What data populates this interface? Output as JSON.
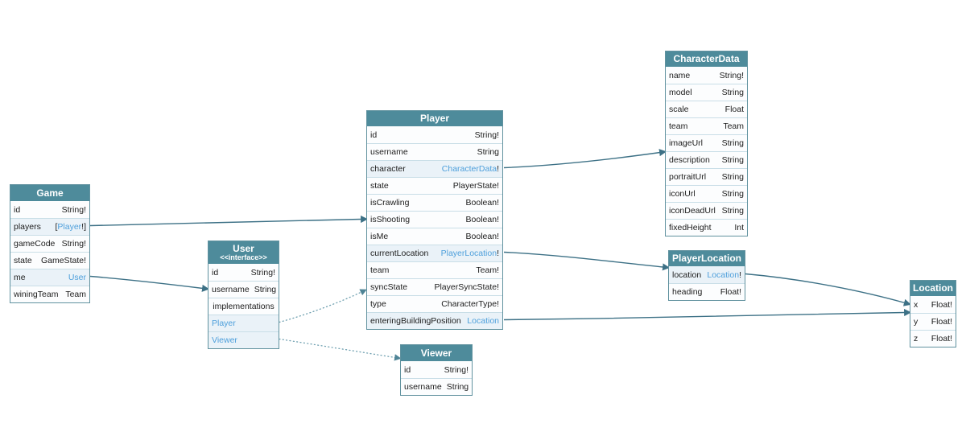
{
  "diagram": {
    "colors": {
      "header": "#4e8b9b",
      "link_text": "#4d9fdb",
      "arrow": "#3d7186",
      "arrow_dotted": "#6fa0b0",
      "link_row_bg": "#eaf2f8"
    },
    "tables": [
      {
        "id": "Game",
        "title": "Game",
        "rows": [
          {
            "kind": "field",
            "name": "id",
            "type": "String!"
          },
          {
            "kind": "field",
            "name": "players",
            "prefix": "[",
            "type": "Player",
            "suffix": "!]",
            "is_link": true
          },
          {
            "kind": "field",
            "name": "gameCode",
            "type": "String!"
          },
          {
            "kind": "field",
            "name": "state",
            "type": "GameState!"
          },
          {
            "kind": "field",
            "name": "me",
            "type": "User",
            "is_link": true
          },
          {
            "kind": "field",
            "name": "winingTeam",
            "type": "Team"
          }
        ]
      },
      {
        "id": "User",
        "title": "User",
        "subtitle": "<<interface>>",
        "rows": [
          {
            "kind": "field",
            "name": "id",
            "type": "String!"
          },
          {
            "kind": "field",
            "name": "username",
            "type": "String"
          },
          {
            "kind": "section",
            "name": "implementations"
          },
          {
            "kind": "impl",
            "name": "Player"
          },
          {
            "kind": "impl",
            "name": "Viewer"
          }
        ]
      },
      {
        "id": "Player",
        "title": "Player",
        "rows": [
          {
            "kind": "field",
            "name": "id",
            "type": "String!"
          },
          {
            "kind": "field",
            "name": "username",
            "type": "String"
          },
          {
            "kind": "field",
            "name": "character",
            "type": "CharacterData",
            "suffix": "!",
            "is_link": true
          },
          {
            "kind": "field",
            "name": "state",
            "type": "PlayerState!"
          },
          {
            "kind": "field",
            "name": "isCrawling",
            "type": "Boolean!"
          },
          {
            "kind": "field",
            "name": "isShooting",
            "type": "Boolean!"
          },
          {
            "kind": "field",
            "name": "isMe",
            "type": "Boolean!"
          },
          {
            "kind": "field",
            "name": "currentLocation",
            "type": "PlayerLocation",
            "suffix": "!",
            "is_link": true
          },
          {
            "kind": "field",
            "name": "team",
            "type": "Team!"
          },
          {
            "kind": "field",
            "name": "syncState",
            "type": "PlayerSyncState!"
          },
          {
            "kind": "field",
            "name": "type",
            "type": "CharacterType!"
          },
          {
            "kind": "field",
            "name": "enteringBuildingPosition",
            "type": "Location",
            "is_link": true
          }
        ]
      },
      {
        "id": "Viewer",
        "title": "Viewer",
        "rows": [
          {
            "kind": "field",
            "name": "id",
            "type": "String!"
          },
          {
            "kind": "field",
            "name": "username",
            "type": "String"
          }
        ]
      },
      {
        "id": "CharacterData",
        "title": "CharacterData",
        "rows": [
          {
            "kind": "field",
            "name": "name",
            "type": "String!"
          },
          {
            "kind": "field",
            "name": "model",
            "type": "String"
          },
          {
            "kind": "field",
            "name": "scale",
            "type": "Float"
          },
          {
            "kind": "field",
            "name": "team",
            "type": "Team"
          },
          {
            "kind": "field",
            "name": "imageUrl",
            "type": "String"
          },
          {
            "kind": "field",
            "name": "description",
            "type": "String"
          },
          {
            "kind": "field",
            "name": "portraitUrl",
            "type": "String"
          },
          {
            "kind": "field",
            "name": "iconUrl",
            "type": "String"
          },
          {
            "kind": "field",
            "name": "iconDeadUrl",
            "type": "String"
          },
          {
            "kind": "field",
            "name": "fixedHeight",
            "type": "Int"
          }
        ]
      },
      {
        "id": "PlayerLocation",
        "title": "PlayerLocation",
        "rows": [
          {
            "kind": "field",
            "name": "location",
            "type": "Location",
            "suffix": "!",
            "is_link": true
          },
          {
            "kind": "field",
            "name": "heading",
            "type": "Float!"
          }
        ]
      },
      {
        "id": "Location",
        "title": "Location",
        "rows": [
          {
            "kind": "field",
            "name": "x",
            "type": "Float!"
          },
          {
            "kind": "field",
            "name": "y",
            "type": "Float!"
          },
          {
            "kind": "field",
            "name": "z",
            "type": "Float!"
          }
        ]
      }
    ],
    "edges": [
      {
        "from": "Game.players",
        "to": "Player",
        "style": "solid"
      },
      {
        "from": "Game.me",
        "to": "User",
        "style": "solid"
      },
      {
        "from": "User.Player",
        "to": "Player",
        "style": "dotted"
      },
      {
        "from": "User.Viewer",
        "to": "Viewer",
        "style": "dotted"
      },
      {
        "from": "Player.character",
        "to": "CharacterData",
        "style": "solid"
      },
      {
        "from": "Player.currentLocation",
        "to": "PlayerLocation",
        "style": "solid"
      },
      {
        "from": "Player.enteringBuildingPosition",
        "to": "Location",
        "style": "solid"
      },
      {
        "from": "PlayerLocation.location",
        "to": "Location",
        "style": "solid"
      }
    ]
  }
}
